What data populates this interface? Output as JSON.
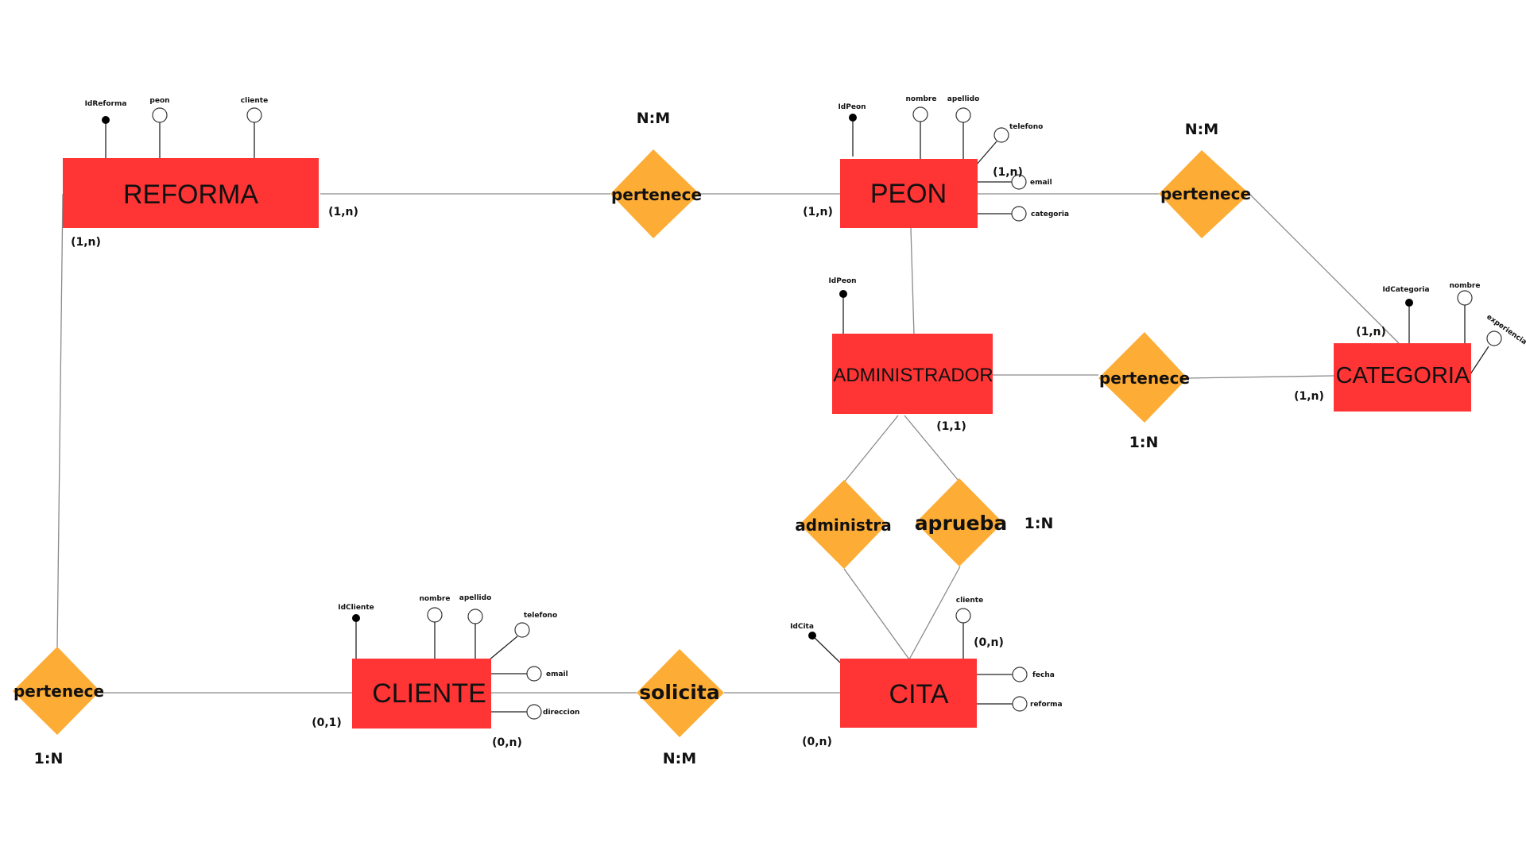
{
  "entities": {
    "reforma": "REFORMA",
    "peon": "PEON",
    "administrador": "ADMINISTRADOR",
    "categoria": "CATEGORIA",
    "cliente": "CLIENTE",
    "cita": "CITA"
  },
  "relationships": {
    "reforma_peon": "pertenece",
    "peon_categoria": "pertenece",
    "admin_categoria": "pertenece",
    "reforma_cliente": "pertenece",
    "cliente_cita": "solicita",
    "administra": "administra",
    "aprueba": "aprueba"
  },
  "ratios": {
    "reforma_peon": "N:M",
    "peon_categoria": "N:M",
    "admin_categoria": "1:N",
    "aprueba": "1:N",
    "reforma_cliente": "1:N",
    "cliente_cita": "N:M"
  },
  "cardinalities": {
    "reforma_right": "(1,n)",
    "reforma_bottom": "(1,n)",
    "peon_left": "(1,n)",
    "peon_right": "(1,n)",
    "categoria_top": "(1,n)",
    "categoria_left": "(1,n)",
    "admin_bottom": "(1,1)",
    "cliente_left": "(0,1)",
    "cliente_bottom": "(0,n)",
    "cita_left": "(0,n)",
    "cita_top": "(0,n)"
  },
  "attributes": {
    "reforma": {
      "key": "IdReforma",
      "a1": "peon",
      "a2": "cliente"
    },
    "peon": {
      "key": "IdPeon",
      "a1": "nombre",
      "a2": "apellido",
      "a3": "telefono",
      "a4": "email",
      "a5": "categoria"
    },
    "administrador": {
      "key": "IdPeon"
    },
    "categoria": {
      "key": "IdCategoria",
      "a1": "nombre",
      "a2": "experiencia"
    },
    "cliente": {
      "key": "IdCliente",
      "a1": "nombre",
      "a2": "apellido",
      "a3": "telefono",
      "a4": "email",
      "a5": "direccion"
    },
    "cita": {
      "key": "IdCita",
      "a1": "cliente",
      "a2": "fecha",
      "a3": "reforma"
    }
  },
  "colors": {
    "entity": "#fe3435",
    "relationship": "#fdac35",
    "line": "#8a8a8a"
  }
}
